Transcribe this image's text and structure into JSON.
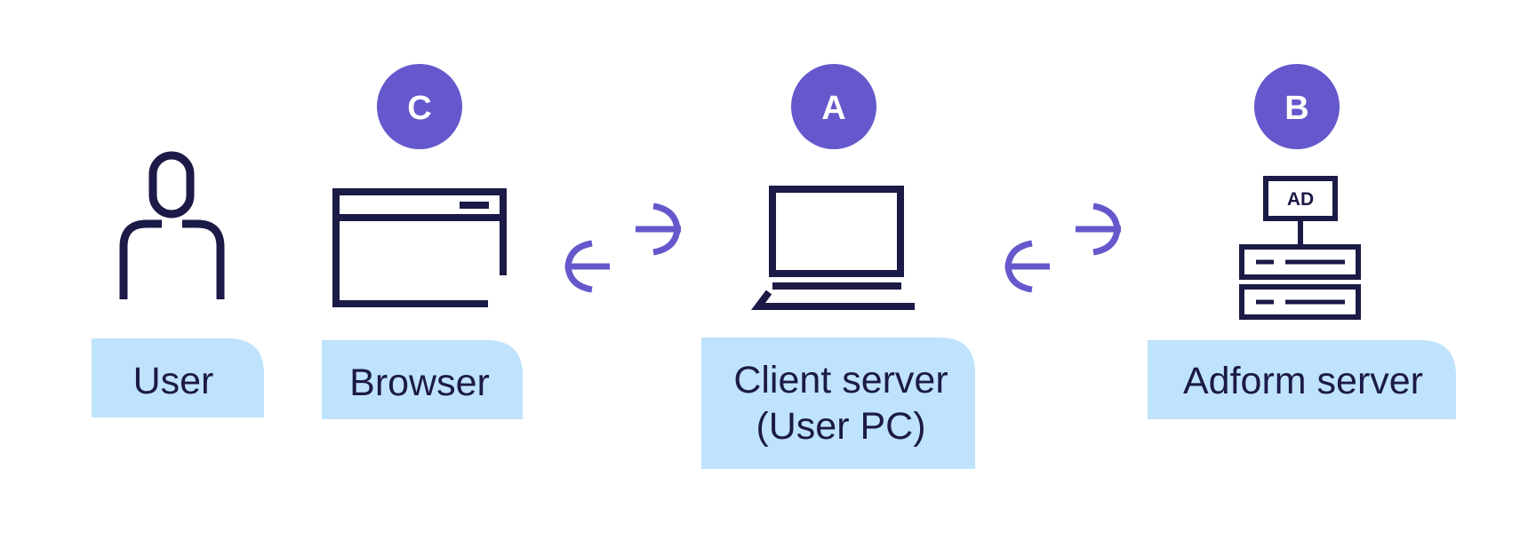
{
  "colors": {
    "ink": "#1c1a47",
    "accent": "#6558cc",
    "label_bg": "#bfe3fd",
    "badge_text": "#ffffff"
  },
  "nodes": {
    "user": {
      "label": "User",
      "icon": "user-icon"
    },
    "browser": {
      "label": "Browser",
      "icon": "browser-window-icon",
      "badge": "C"
    },
    "client_server": {
      "label_line1": "Client server",
      "label_line2": "(User PC)",
      "icon": "laptop-icon",
      "badge": "A"
    },
    "adform_server": {
      "label": "Adform server",
      "icon": "ad-server-icon",
      "badge": "B",
      "ad_sign": "AD"
    }
  },
  "connectors": [
    {
      "between": [
        "browser",
        "client_server"
      ],
      "icon": "bidirectional-arrows-icon"
    },
    {
      "between": [
        "client_server",
        "adform_server"
      ],
      "icon": "bidirectional-arrows-icon"
    }
  ]
}
